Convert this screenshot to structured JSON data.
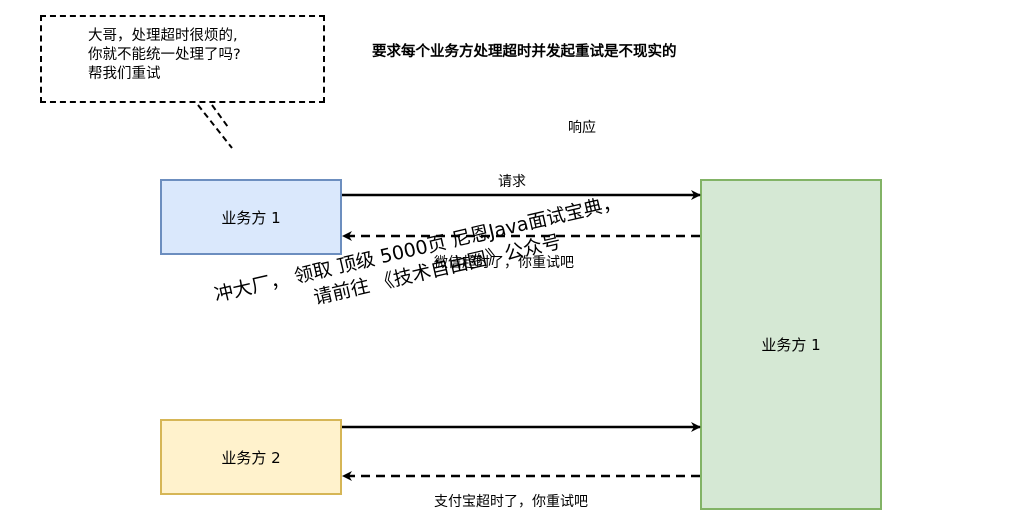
{
  "callout": {
    "lines": [
      "大哥，处理超时很烦的,",
      "你就不能统一处理了吗?",
      "帮我们重试"
    ]
  },
  "heading": "要求每个业务方处理超时并发起重试是不现实的",
  "labels": {
    "response": "响应",
    "request": "请求",
    "wechat_timeout": "微信超时了，你重试吧",
    "alipay_timeout": "支付宝超时了，你重试吧"
  },
  "boxes": {
    "client_a": "业务方 1",
    "client_b": "业务方 2",
    "server": "业务方 1"
  },
  "watermark": {
    "line1": "冲大厂， 领取 顶级  5000页 尼恩Java面试宝典，",
    "line2": "请前往 《技术自由圈》公众号"
  },
  "colors": {
    "client_a_fill": "#dae8fc",
    "client_a_stroke": "#6c8ebf",
    "client_b_fill": "#fff2cc",
    "client_b_stroke": "#d6b656",
    "server_fill": "#d5e8d4",
    "server_stroke": "#82b366"
  }
}
